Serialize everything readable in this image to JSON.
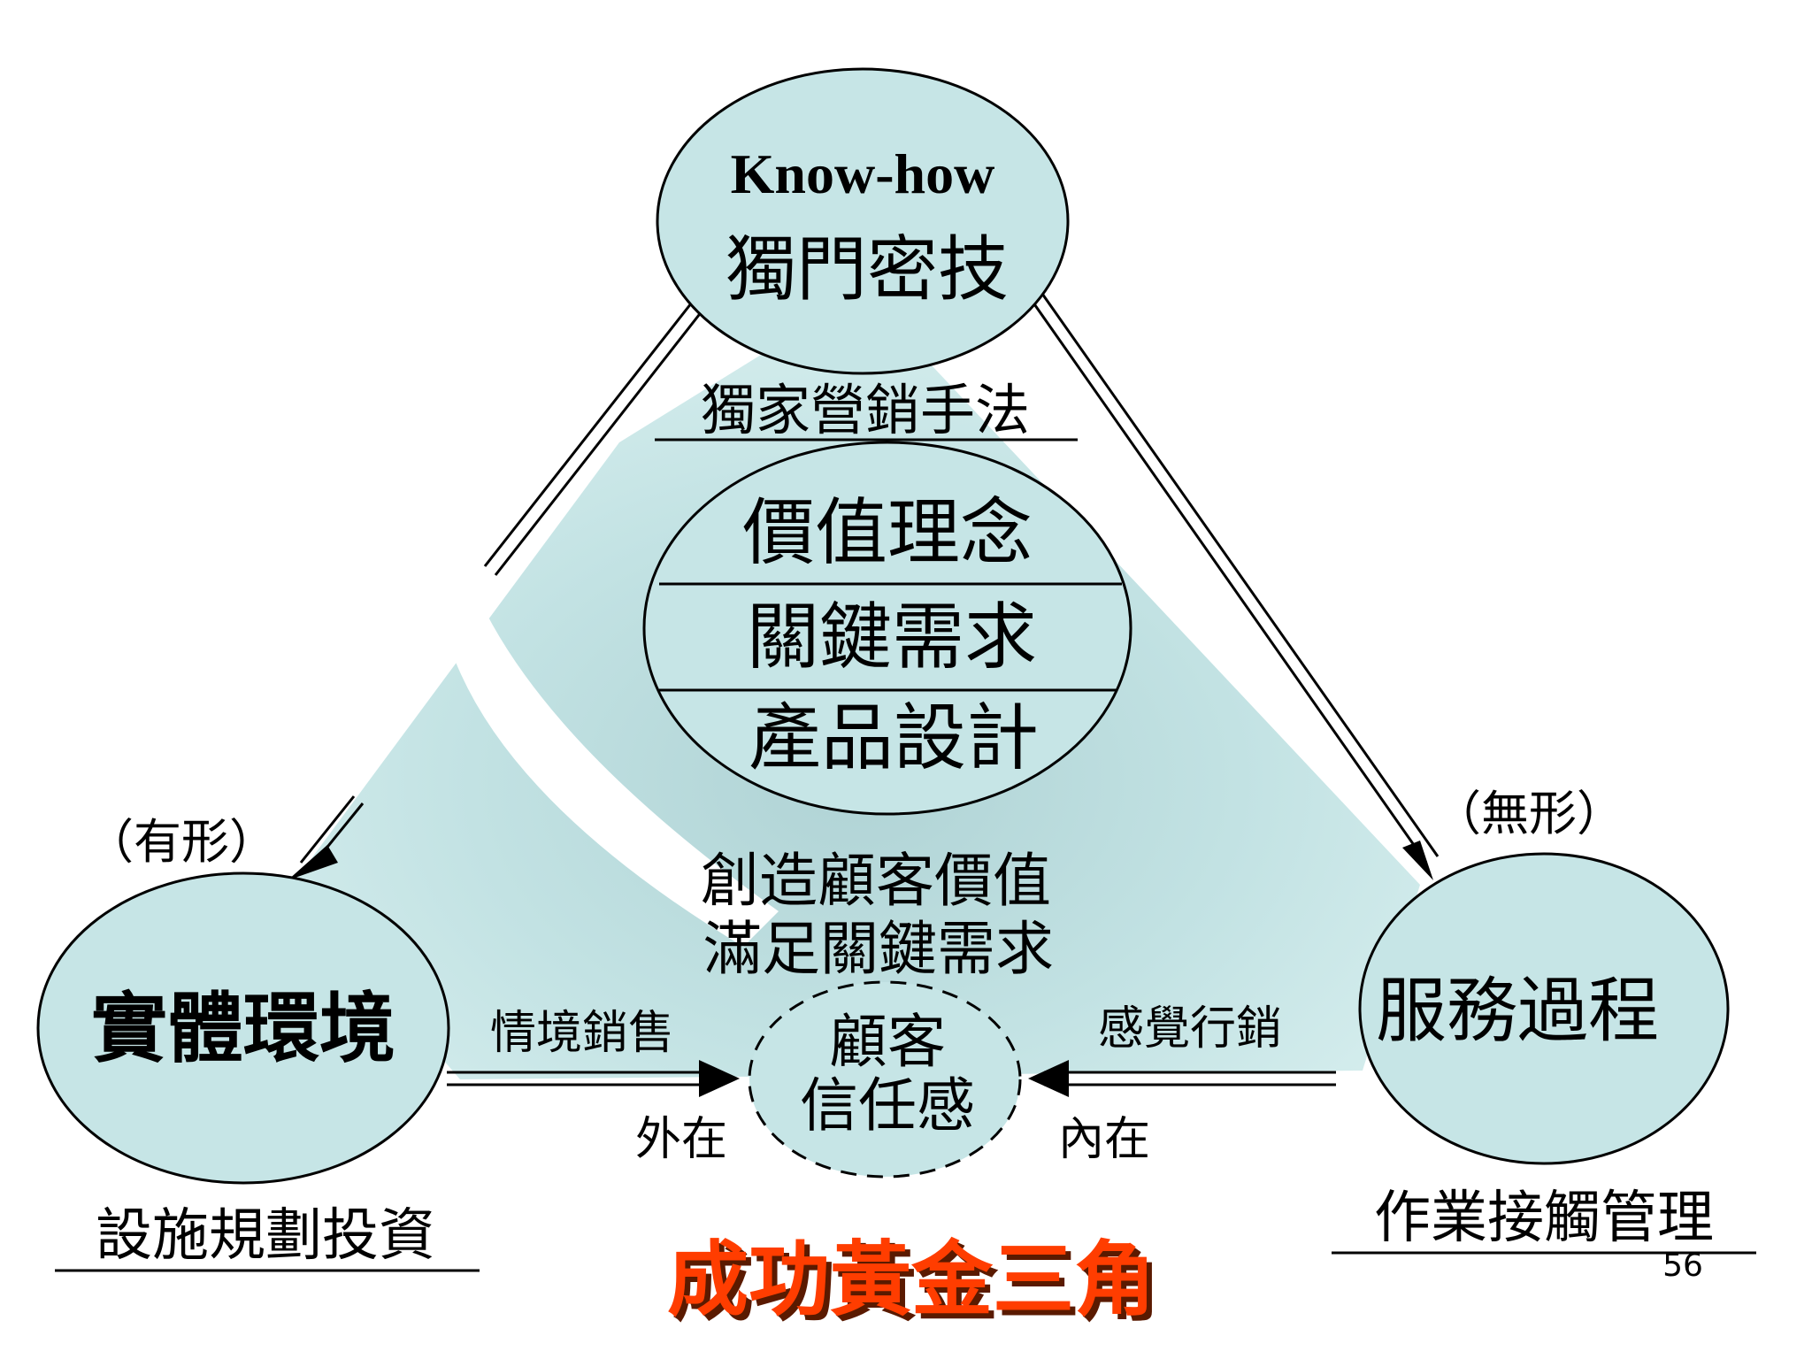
{
  "colors": {
    "fill_light": "#c6e5e6",
    "fill_shadow": "#b3d4d6",
    "stroke": "#000000",
    "title_red": "#ff3d00",
    "title_shadow": "#5a1a00"
  },
  "top_node": {
    "line1": "Know-how",
    "line2": "獨門密技",
    "caption": "獨家營銷手法"
  },
  "center_stack": {
    "row1": "價值理念",
    "row2": "關鍵需求",
    "row3": "產品設計"
  },
  "center_text": {
    "line1": "創造顧客價值",
    "line2": "滿足關鍵需求"
  },
  "left_node": {
    "label": "實體環境",
    "caption": "設施規劃投資",
    "tag": "（有形）",
    "arrow_label": "情境銷售",
    "arrow_sub": "外在"
  },
  "right_node": {
    "label": "服務過程",
    "caption": "作業接觸管理",
    "tag": "（無形）",
    "arrow_label": "感覺行銷",
    "arrow_sub": "內在"
  },
  "center_node": {
    "line1": "顧客",
    "line2": "信任感"
  },
  "footer": {
    "title": "成功黃金三角",
    "page_number": "56"
  }
}
